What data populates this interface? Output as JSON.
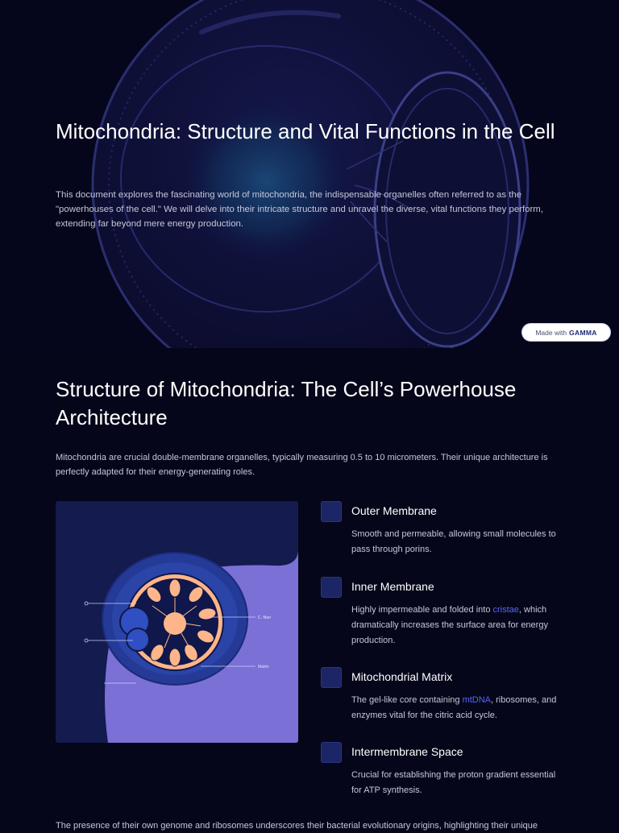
{
  "hero": {
    "title": "Mitochondria: Structure and Vital Functions in the Cell",
    "intro": "This document explores the fascinating world of mitochondria, the indispensable organelles often referred to as the \"powerhouses of the cell.\" We will delve into their intricate structure and unravel the diverse, vital functions they perform, extending far beyond mere energy production."
  },
  "badge": {
    "prefix": "Made with",
    "brand": "GAMMA"
  },
  "structure": {
    "title": "Structure of Mitochondria: The Cell’s Powerhouse Architecture",
    "intro": "Mitochondria are crucial double-membrane organelles, typically measuring 0.5 to 10 micrometers. Their unique architecture is perfectly adapted for their energy-generating roles.",
    "diagram_labels": {
      "right_top": "C. fiber",
      "right_bottom": "Matrix"
    },
    "features": [
      {
        "title": "Outer Membrane",
        "desc": "Smooth and permeable, allowing small molecules to pass through porins."
      },
      {
        "title": "Inner Membrane",
        "desc_before": "Highly impermeable and folded into ",
        "desc_highlight": "cristae",
        "desc_after": ", which dramatically increases the surface area for energy production."
      },
      {
        "title": "Mitochondrial Matrix",
        "desc_before": "The gel-like core containing ",
        "desc_highlight": "mtDNA",
        "desc_after": ", ribosomes, and enzymes vital for the citric acid cycle."
      },
      {
        "title": "Intermembrane Space",
        "desc": "Crucial for establishing the proton gradient essential for ATP synthesis."
      }
    ],
    "footer": "The presence of their own genome and ribosomes underscores their bacterial evolutionary origins, highlighting their unique"
  },
  "colors": {
    "background": "#05061a",
    "accent": "#5865f2",
    "marker": "#1c2566",
    "diagram_bg": "#131b4f",
    "diagram_lilac": "#7a70d6"
  }
}
